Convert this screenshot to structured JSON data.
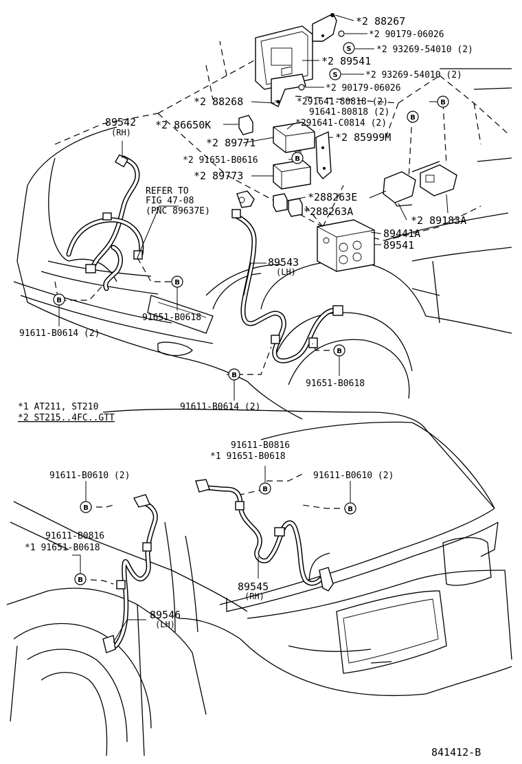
{
  "labels": {
    "p88267": "*2 88267",
    "p90179a": "*2 90179-06026",
    "p93269a": "*2 93269-54010 (2)",
    "p89541a": "*2 89541",
    "p93269b": "*2 93269-54010 (2)",
    "p90179b": "*2 90179-06026",
    "p88268": "*2 88268",
    "p91641a": "*291641-80818 (2)",
    "p91641b": "91641-80818 (2)",
    "p91641c": "*291641-C0814 (2)",
    "p89542": "89542",
    "p89542rh": "(RH)",
    "p86650": "*2 86650K",
    "p89771": "*2 89771",
    "p85999": "*2 85999M",
    "p91651a": "*2 91651-B0616",
    "p89773": "*2 89773",
    "refer1": "REFER TO",
    "refer2": "FIG 47-08",
    "refer3": "(PNC 89637E)",
    "p88263e": "*288263E",
    "p88263a": "*288263A",
    "p89441": "89441A",
    "p89183": "*2 89183A",
    "p89541b": "89541",
    "p89543": "89543",
    "p89543lh": "(LH)",
    "p91651b": "91651-B0618",
    "p91611a": "91611-B0614 (2)",
    "p91651c": "91651-B0618",
    "p91611b": "91611-B0614 (2)",
    "note1": "*1 AT211, ST210",
    "note2": "*2 ST215..4FC..GTT",
    "p91611c": "91611-B0816",
    "p91651d": "*1 91651-B0618",
    "p91611d": "91611-B0610 (2)",
    "p91611e": "91611-B0610 (2)",
    "p91611f": "91611-B0816",
    "p91651e": "*1 91651-B0618",
    "p89545": "89545",
    "p89545rh": "(RH)",
    "p89546": "89546",
    "p89546lh": "(LH)",
    "figno": "841412-B"
  },
  "markers": {
    "B": "B",
    "S": "S"
  }
}
